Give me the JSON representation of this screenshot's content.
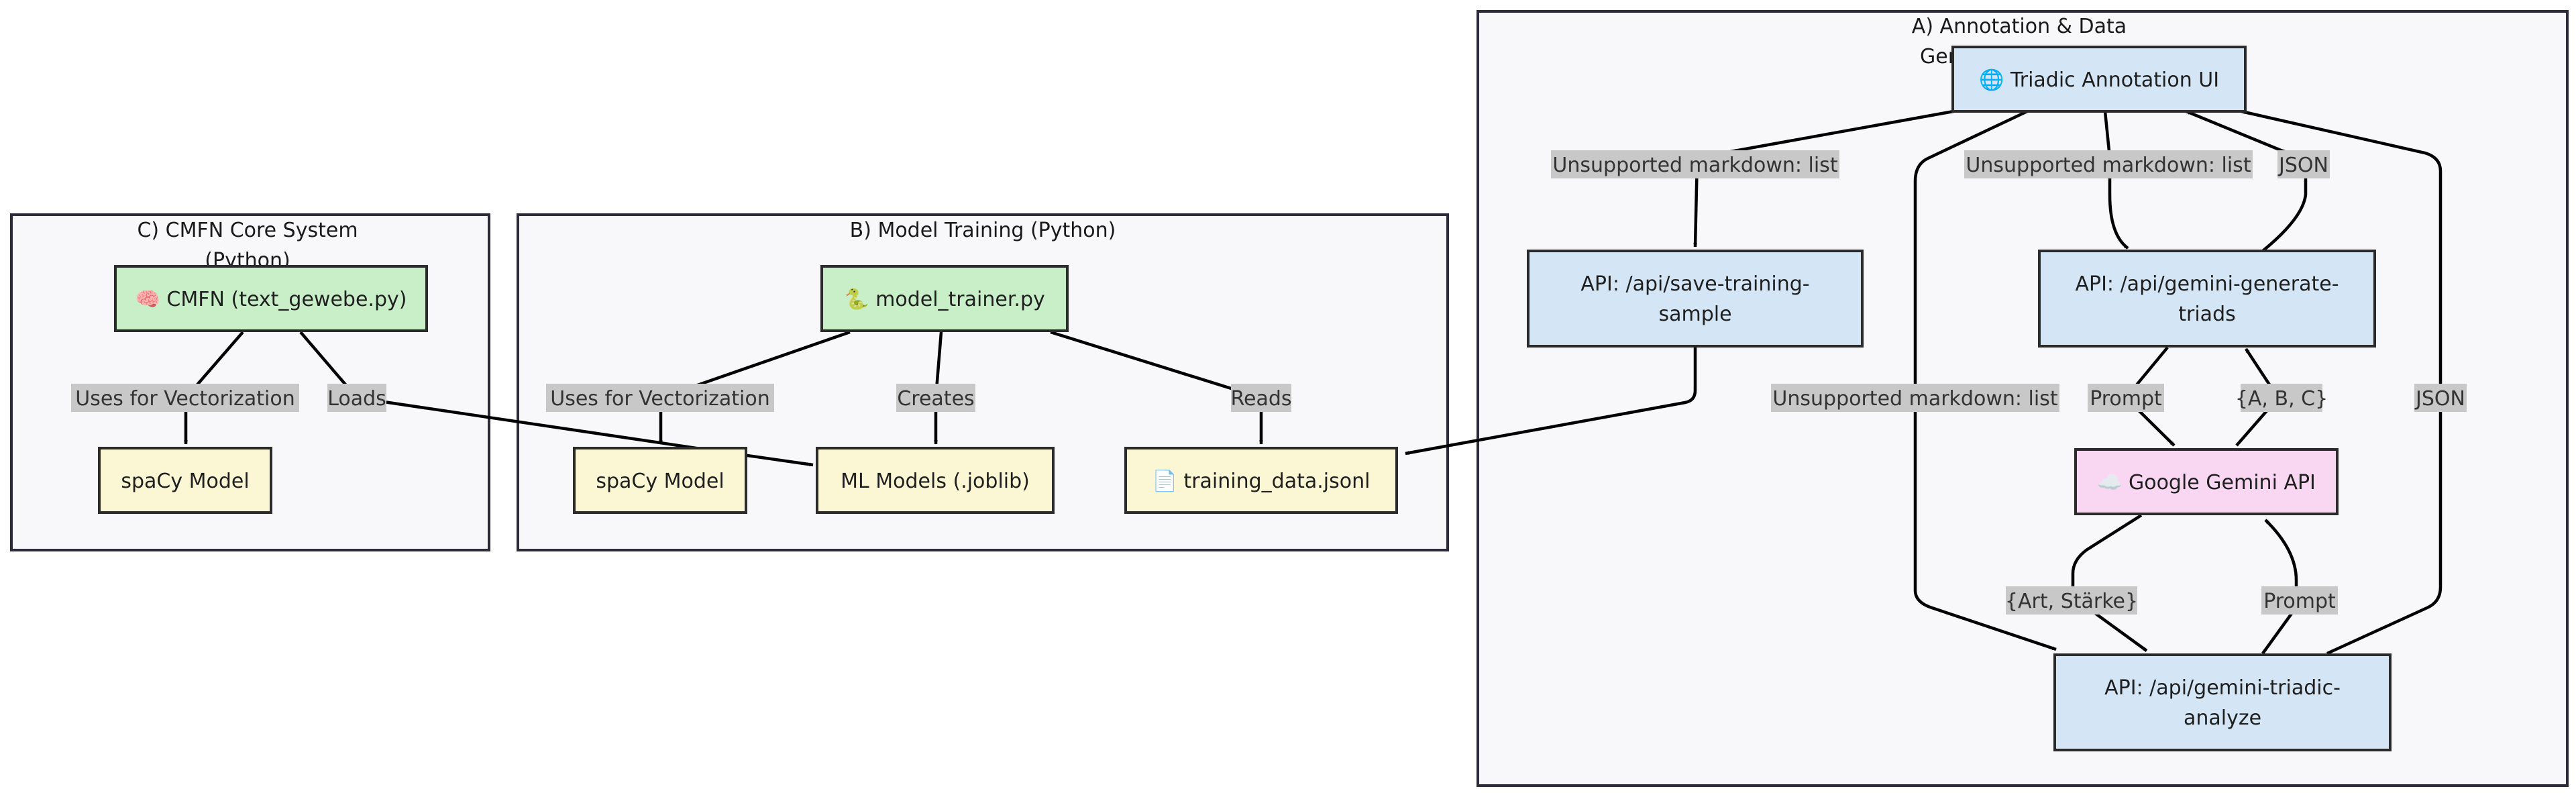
{
  "clusters": {
    "a": {
      "title_line1": "A) Annotation & Data",
      "title_line2": "Ger"
    },
    "b": {
      "title": "B) Model Training (Python)"
    },
    "c": {
      "title_line1": "C) CMFN Core System",
      "title_line2": "(Python)"
    }
  },
  "nodes": {
    "triadic_ui": {
      "icon": "globe-icon",
      "label": "🌐 Triadic Annotation UI"
    },
    "save_sample": {
      "line1": "API: /api/save-training-",
      "line2": "sample"
    },
    "gemini_generate": {
      "line1": "API: /api/gemini-generate-",
      "line2": "triads"
    },
    "gemini_api": {
      "icon": "cloud-icon",
      "label": "☁️ Google Gemini API"
    },
    "triadic_analyze": {
      "line1": "API: /api/gemini-triadic-",
      "line2": "analyze"
    },
    "model_trainer": {
      "icon": "snake-icon",
      "label": "🐍 model_trainer.py"
    },
    "spacy_b": {
      "label": "spaCy Model"
    },
    "ml_models": {
      "label": "ML Models (.joblib)"
    },
    "training_data": {
      "icon": "document-icon",
      "label": "📄 training_data.jsonl"
    },
    "cmfn": {
      "icon": "brain-icon",
      "label": "🧠 CMFN (text_gewebe.py)"
    },
    "spacy_c": {
      "label": "spaCy Model"
    }
  },
  "edges": {
    "ui_to_save": "Unsupported markdown: list",
    "ui_to_generate": "Unsupported markdown: list",
    "generate_to_ui": "JSON",
    "ui_to_analyze": "Unsupported markdown: list",
    "analyze_to_ui": "JSON",
    "generate_to_gemini": "Prompt",
    "gemini_to_generate": "{A, B, C}",
    "gemini_to_analyze": "{Art, Stärke}",
    "analyze_to_gemini": "Prompt",
    "trainer_to_spacy": "Uses for Vectorization",
    "trainer_to_models": "Creates",
    "trainer_to_data": "Reads",
    "cmfn_to_spacy": "Uses for Vectorization",
    "cmfn_to_models": "Loads"
  },
  "colors": {
    "api_node": "#d4e6f5",
    "python_node": "#c9efc9",
    "artifact_node": "#fbf7d4",
    "external_node": "#f9d6f2",
    "cluster_bg": "#f8f8fa",
    "edge_label_bg": "#c8c8c8"
  }
}
